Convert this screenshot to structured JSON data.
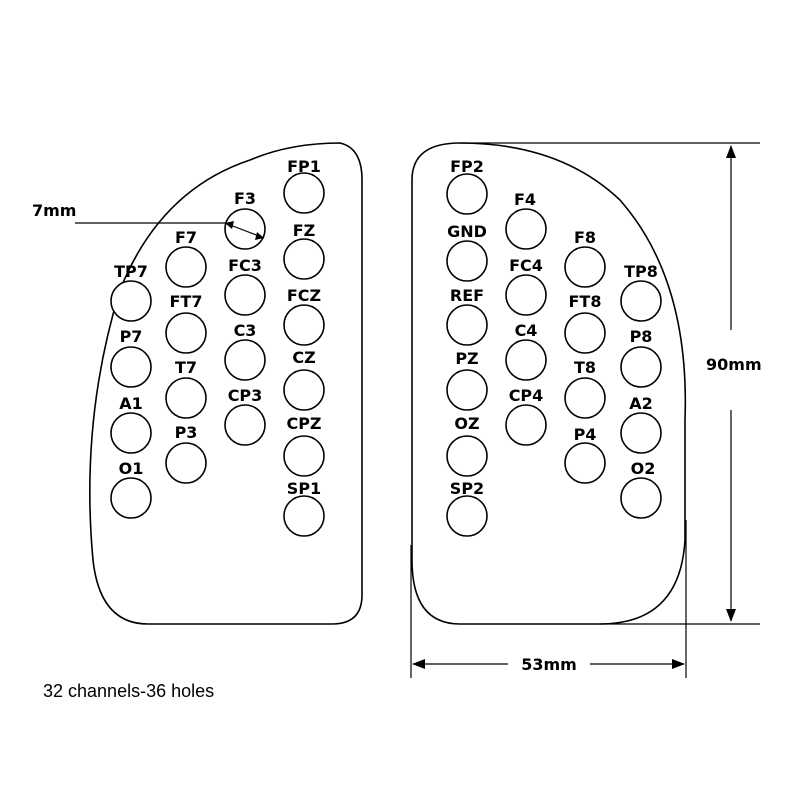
{
  "left_panel": {
    "holes": [
      "FP1",
      "F3",
      "FZ",
      "F7",
      "FC3",
      "TP7",
      "FCZ",
      "FT7",
      "C3",
      "P7",
      "CZ",
      "T7",
      "CP3",
      "A1",
      "CPZ",
      "P3",
      "O1",
      "SP1"
    ]
  },
  "right_panel": {
    "holes": [
      "FP2",
      "F4",
      "GND",
      "F8",
      "FC4",
      "TP8",
      "REF",
      "FT8",
      "C4",
      "P8",
      "PZ",
      "T8",
      "CP4",
      "A2",
      "OZ",
      "P4",
      "O2",
      "SP2"
    ]
  },
  "dimensions": {
    "hole_diameter": "7mm",
    "height": "90mm",
    "width": "53mm"
  },
  "caption": "32 channels-36 holes"
}
